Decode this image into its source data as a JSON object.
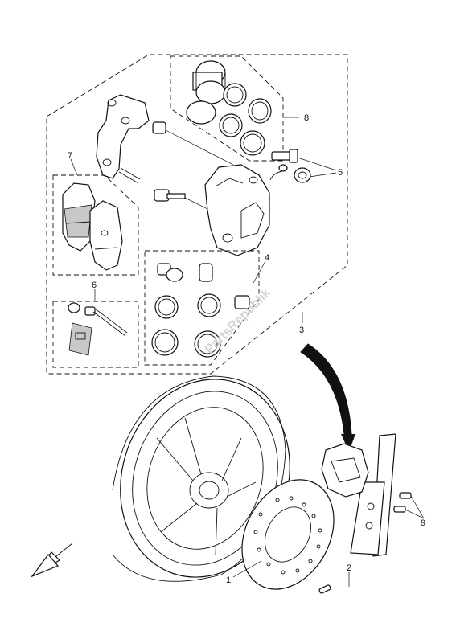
{
  "callouts": [
    {
      "id": "c1",
      "text": "1"
    },
    {
      "id": "c2",
      "text": "2"
    },
    {
      "id": "c3",
      "text": "3"
    },
    {
      "id": "c4",
      "text": "4"
    },
    {
      "id": "c5",
      "text": "5"
    },
    {
      "id": "c6",
      "text": "6"
    },
    {
      "id": "c7",
      "text": "7"
    },
    {
      "id": "c8",
      "text": "8"
    },
    {
      "id": "c9",
      "text": "9"
    }
  ],
  "watermark": "PartsRepublik",
  "colors": {
    "line": "#111111",
    "background": "#ffffff",
    "watermark": "#d4d4d4",
    "shade": "#c8c8c8"
  }
}
